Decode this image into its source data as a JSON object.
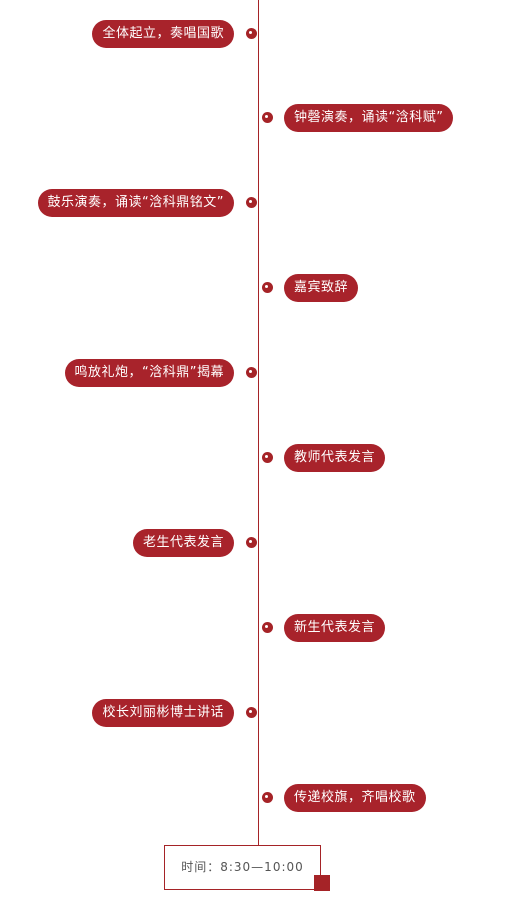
{
  "colors": {
    "accent": "#a8232b",
    "line": "#a52327",
    "text_on_accent": "#ffffff",
    "time_text": "#555555"
  },
  "timeline": {
    "items": [
      {
        "label": "全体起立，奏唱国歌",
        "side": "left"
      },
      {
        "label": "钟磬演奏，诵读“浛科赋”",
        "side": "right"
      },
      {
        "label": "鼓乐演奏，诵读“浛科鼎铭文”",
        "side": "left"
      },
      {
        "label": "嘉宾致辞",
        "side": "right"
      },
      {
        "label": "鸣放礼炮，“浛科鼎”揭幕",
        "side": "left"
      },
      {
        "label": "教师代表发言",
        "side": "right"
      },
      {
        "label": "老生代表发言",
        "side": "left"
      },
      {
        "label": "新生代表发言",
        "side": "right"
      },
      {
        "label": "校长刘丽彬博士讲话",
        "side": "left"
      },
      {
        "label": "传递校旗，齐唱校歌",
        "side": "right"
      }
    ]
  },
  "time": {
    "text": "时间：8:30—10:00"
  }
}
